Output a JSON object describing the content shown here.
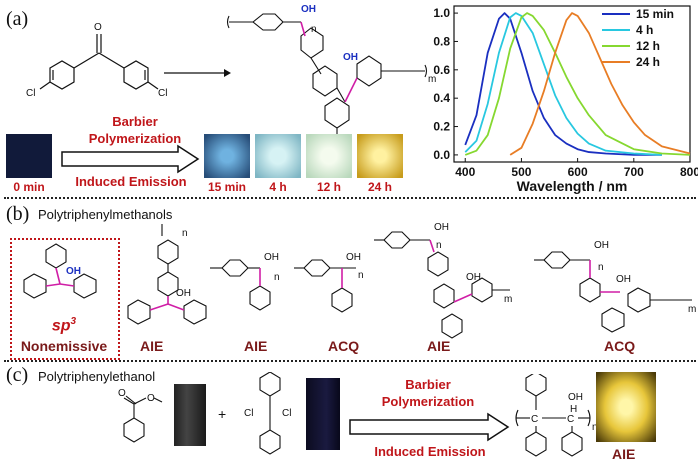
{
  "panel_a": {
    "label": "(a)",
    "monomer_substituent_left": "Cl",
    "monomer_substituent_right": "Cl",
    "carbonyl_o": "O",
    "polymer_oh": "OH",
    "polymer_oh2": "OH",
    "polymer_n": "n",
    "polymer_m": "m",
    "barbier_line1": "Barbier",
    "barbier_line2": "Polymerization",
    "induced_emission": "Induced Emission",
    "times": [
      "0 min",
      "15 min",
      "4 h",
      "12 h",
      "24 h"
    ],
    "photo_colors": [
      "#111a3a",
      "#4a86b8",
      "#a8d4dc",
      "#d6ecd8",
      "#e9d24a"
    ]
  },
  "chart_data": {
    "type": "line",
    "xlabel": "Wavelength / nm",
    "ylabel": "",
    "xlim": [
      380,
      800
    ],
    "ylim": [
      -0.05,
      1.05
    ],
    "xticks": [
      "400",
      "500",
      "600",
      "700",
      "800"
    ],
    "yticks": [
      "0.0",
      "0.2",
      "0.4",
      "0.6",
      "0.8",
      "1.0"
    ],
    "legend_position": "top-right",
    "series": [
      {
        "name": "15 min",
        "color": "#1a2fc0",
        "peak": 470,
        "fwhm_left": 35,
        "fwhm_right": 55,
        "x": [
          400,
          420,
          440,
          460,
          470,
          480,
          500,
          520,
          540,
          560,
          580,
          600,
          620,
          650,
          700,
          750
        ],
        "y": [
          0.07,
          0.28,
          0.72,
          0.96,
          1.0,
          0.96,
          0.72,
          0.45,
          0.26,
          0.14,
          0.08,
          0.04,
          0.02,
          0.01,
          0.0,
          0.0
        ]
      },
      {
        "name": "4 h",
        "color": "#28c8e0",
        "peak": 488,
        "x": [
          400,
          420,
          440,
          460,
          480,
          490,
          500,
          520,
          540,
          560,
          580,
          600,
          620,
          650,
          700,
          750
        ],
        "y": [
          0.02,
          0.1,
          0.36,
          0.72,
          0.97,
          1.0,
          0.98,
          0.86,
          0.64,
          0.42,
          0.26,
          0.15,
          0.08,
          0.03,
          0.01,
          0.0
        ]
      },
      {
        "name": "12 h",
        "color": "#86d830",
        "peak": 510,
        "x": [
          400,
          420,
          440,
          460,
          480,
          500,
          510,
          520,
          540,
          560,
          580,
          600,
          620,
          650,
          700,
          750,
          800
        ],
        "y": [
          0.0,
          0.03,
          0.14,
          0.4,
          0.75,
          0.97,
          1.0,
          0.98,
          0.88,
          0.72,
          0.55,
          0.4,
          0.28,
          0.14,
          0.04,
          0.01,
          0.0
        ]
      },
      {
        "name": "24 h",
        "color": "#e87d25",
        "peak": 590,
        "x": [
          480,
          500,
          520,
          540,
          560,
          580,
          590,
          600,
          620,
          640,
          660,
          680,
          700,
          720,
          750,
          800
        ],
        "y": [
          0.0,
          0.05,
          0.22,
          0.45,
          0.72,
          0.95,
          1.0,
          0.98,
          0.86,
          0.68,
          0.5,
          0.35,
          0.23,
          0.14,
          0.06,
          0.01
        ]
      }
    ]
  },
  "panel_b": {
    "label": "(b)",
    "title": "Polytriphenylmethanols",
    "oh": "OH",
    "n": "n",
    "m": "m",
    "sp3": "sp",
    "sp3_sup": "3",
    "nonemissive": "Nonemissive",
    "labels": [
      "AIE",
      "AIE",
      "ACQ",
      "AIE",
      "ACQ"
    ]
  },
  "panel_c": {
    "label": "(c)",
    "title": "Polytriphenylethanol",
    "ester_o1": "O",
    "ester_o2": "O",
    "plus": "+",
    "cl1": "Cl",
    "cl2": "Cl",
    "barbier_line1": "Barbier",
    "barbier_line2": "Polymerization",
    "induced_emission": "Induced Emission",
    "c1": "C",
    "c2": "C",
    "oh": "OH",
    "h": "H",
    "n": "n",
    "result": "AIE"
  }
}
